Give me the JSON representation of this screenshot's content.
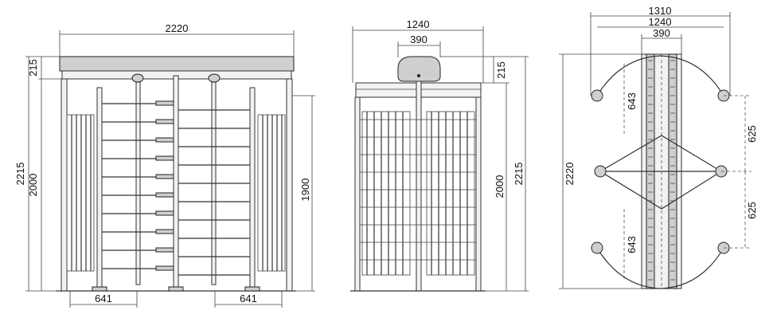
{
  "front_view": {
    "width_label": "2220",
    "top_label": "215",
    "total_height_label": "2215",
    "height_label": "2000",
    "arm_height_label": "1900",
    "left_passage_label": "641",
    "right_passage_label": "641"
  },
  "side_view": {
    "width_label": "1240",
    "head_label": "390",
    "top_label": "215",
    "height_label": "2000",
    "total_height_label": "2215"
  },
  "top_view": {
    "outer_label": "1310",
    "inner_label": "1240",
    "core_label": "390",
    "depth_label": "2220",
    "upper_arm_label": "643",
    "lower_arm_label": "643",
    "upper_gap_label": "625",
    "lower_gap_label": "625"
  }
}
